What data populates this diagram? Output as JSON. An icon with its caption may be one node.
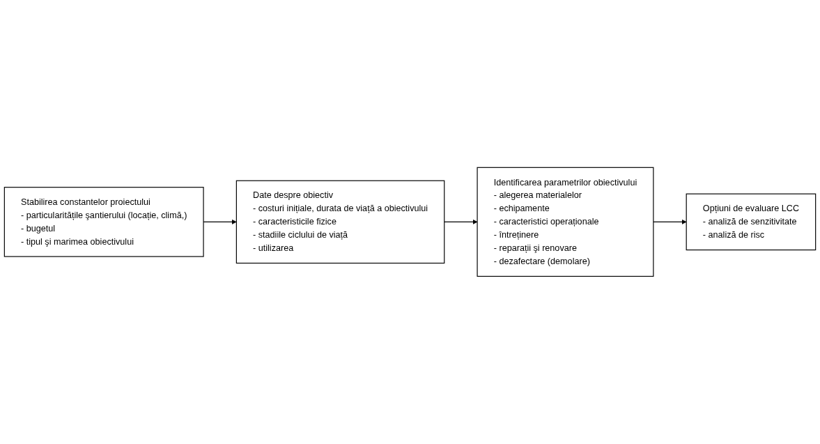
{
  "diagram": {
    "nodes": [
      {
        "text": [
          "Stabilirea constantelor proiectului",
          "- particularitățile şantierului (locație, climă,)",
          "- bugetul",
          "- tipul şi marimea obiectivului"
        ]
      },
      {
        "text": [
          "Date despre obiectiv",
          "- costuri inițiale, durata de viață a obiectivului",
          "- caracteristicile fizice",
          "- stadiile ciclului de viață",
          "- utilizarea"
        ]
      },
      {
        "text": [
          "Identificarea parametrilor obiectivului",
          "- alegerea materialelor",
          "- echipamente",
          "- caracteristici operaționale",
          "- întreținere",
          "- reparații şi renovare",
          "- dezafectare (demolare)"
        ]
      },
      {
        "text": [
          "Opțiuni de evaluare LCC",
          "- analiză de senzitivitate",
          "- analiză de risc"
        ]
      }
    ],
    "edges": [
      {
        "from": 0,
        "to": 1,
        "arrow": "to"
      },
      {
        "from": 1,
        "to": 2,
        "arrow": "to"
      },
      {
        "from": 2,
        "to": 3,
        "arrow": "to"
      }
    ]
  }
}
